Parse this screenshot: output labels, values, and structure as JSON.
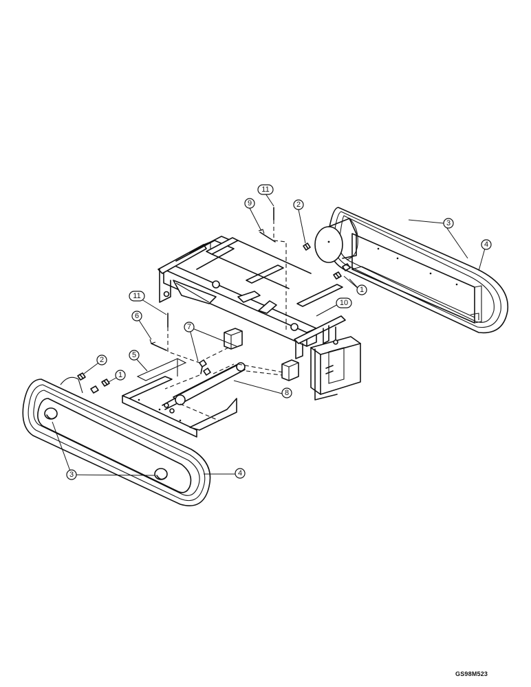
{
  "callouts": {
    "c1": "1",
    "c2": "2",
    "c3": "3",
    "c4": "4",
    "c5": "5",
    "c6": "6",
    "c7": "7",
    "c8": "8",
    "c9": "9",
    "c10": "10",
    "c11": "11"
  },
  "drawing_code": "GS98M523"
}
